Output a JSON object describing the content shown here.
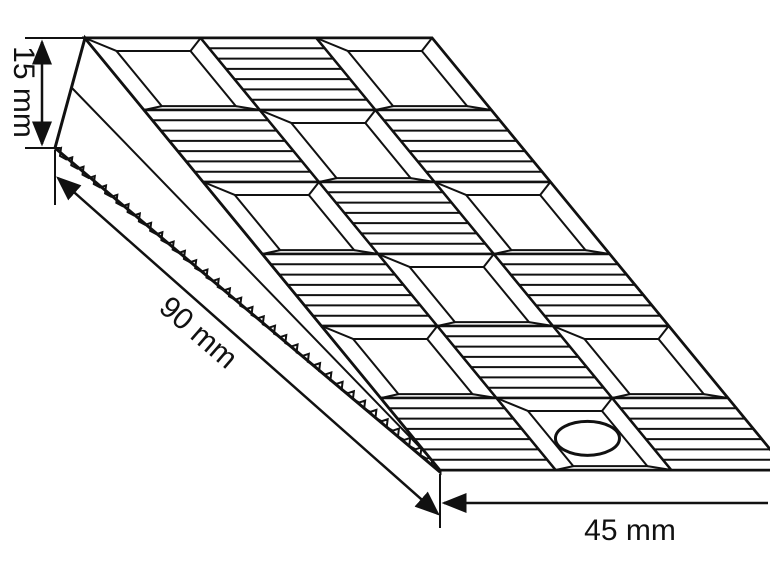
{
  "dimensions": {
    "height_label": "15 mm",
    "length_label": "90 mm",
    "width_label": "45 mm"
  },
  "grid": {
    "rows": 6,
    "columns": 3
  },
  "colors": {
    "line": "#111111",
    "background": "#ffffff"
  }
}
